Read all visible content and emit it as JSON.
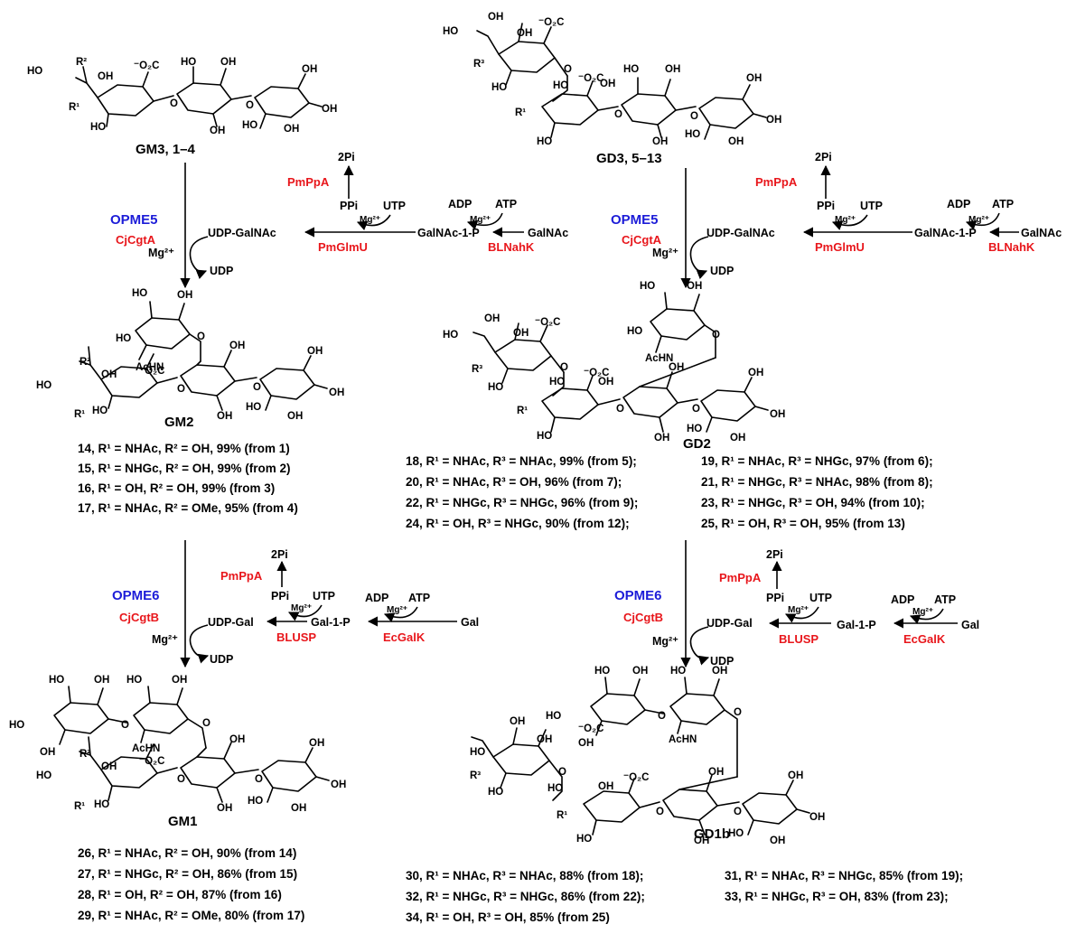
{
  "colors": {
    "enzyme_red": "#e8161b",
    "enzyme_blue": "#1c1cd8",
    "text": "#000000"
  },
  "compounds": {
    "gm3": "GM3, 1–4",
    "gd3": "GD3, 5–13",
    "gm2": "GM2",
    "gd2": "GD2",
    "gm1": "GM1",
    "gd1b": "GD1b"
  },
  "atoms": {
    "HO": "HO",
    "OH": "OH",
    "O": "O",
    "R1": "R¹",
    "R2": "R²",
    "R3": "R³",
    "CO2": "⁻O₂C",
    "AcHN": "AcHN"
  },
  "step1": {
    "opme": "OPME5",
    "glycosyltransferase": "CjCgtA",
    "mg": "Mg²⁺",
    "udp": "UDP",
    "donor": "UDP-GalNAc",
    "uridylyltransferase": "PmGlmU",
    "pyrophosphatase": "PmPpA",
    "two_pi": "2Pi",
    "ppi": "PPi",
    "utp": "UTP",
    "sugar_1p": "GalNAc-1-P",
    "kinase": "BLNahK",
    "sugar": "GalNAc",
    "adp": "ADP",
    "atp": "ATP"
  },
  "step2": {
    "opme": "OPME6",
    "glycosyltransferase": "CjCgtB",
    "mg": "Mg²⁺",
    "udp": "UDP",
    "donor": "UDP-Gal",
    "uridylyltransferase": "BLUSP",
    "pyrophosphatase": "PmPpA",
    "two_pi": "2Pi",
    "ppi": "PPi",
    "utp": "UTP",
    "sugar_1p": "Gal-1-P",
    "kinase": "EcGalK",
    "sugar": "Gal",
    "adp": "ADP",
    "atp": "ATP"
  },
  "yields_gm2": [
    "14, R¹ = NHAc, R² = OH, 99% (from 1)",
    "15, R¹ = NHGc, R² = OH, 99% (from 2)",
    "16, R¹ = OH, R² = OH, 99% (from 3)",
    "17, R¹ = NHAc, R² = OMe, 95% (from 4)"
  ],
  "yields_gd2": [
    "18, R¹ = NHAc, R³ = NHAc, 99% (from 5);",
    "19, R¹ = NHAc, R³ = NHGc, 97% (from 6);",
    "20, R¹ = NHAc, R³ = OH, 96% (from 7);",
    "21, R¹ = NHGc, R³ = NHAc, 98% (from 8);",
    "22, R¹ = NHGc, R³ = NHGc, 96% (from 9);",
    "23, R¹ = NHGc, R³ = OH, 94% (from 10);",
    "24, R¹ = OH, R³ = NHGc, 90% (from 12);",
    "25, R¹ = OH, R³ = OH, 95% (from 13)"
  ],
  "yields_gm1": [
    "26, R¹ = NHAc, R² = OH, 90% (from 14)",
    "27, R¹ = NHGc, R² = OH, 86% (from 15)",
    "28, R¹ = OH, R² = OH, 87% (from 16)",
    "29, R¹ = NHAc, R² = OMe, 80% (from 17)"
  ],
  "yields_gd1b": [
    "30, R¹ = NHAc, R³ = NHAc, 88% (from 18);",
    "31, R¹ = NHAc, R³ = NHGc, 85% (from 19);",
    "32, R¹ = NHGc, R³ = NHGc, 86% (from 22);",
    "33, R¹ = NHGc, R³ = OH, 83% (from 23);",
    "34, R¹ = OH, R³ = OH, 85% (from 25)"
  ]
}
